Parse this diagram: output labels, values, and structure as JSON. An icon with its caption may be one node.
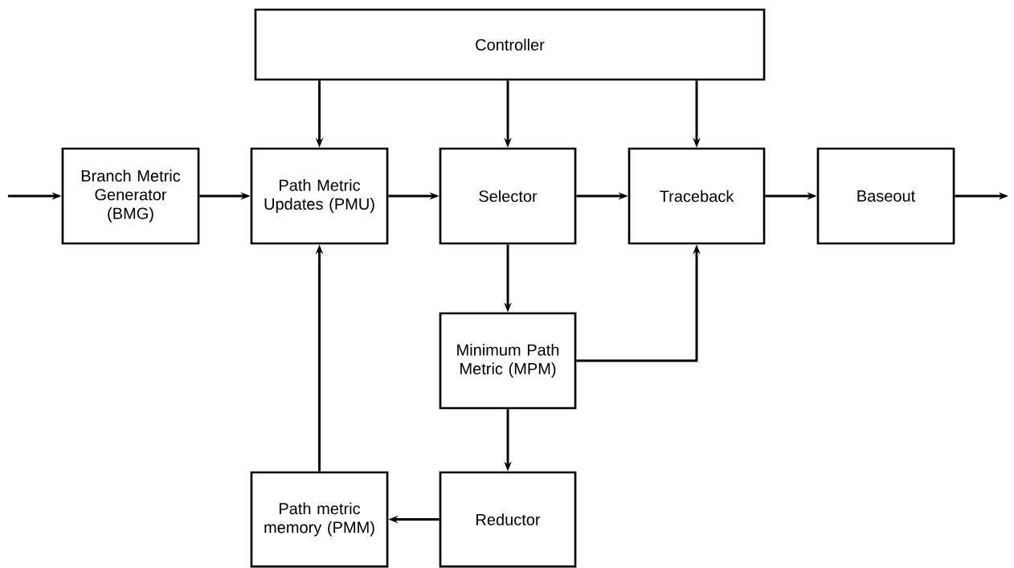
{
  "diagram": {
    "nodes": [
      {
        "text": [
          "Controller"
        ]
      },
      {
        "text": [
          "Branch Metric Generator (BMG)"
        ]
      },
      {
        "text": [
          "Path Metric Updates (PMU)"
        ]
      },
      {
        "text": [
          "Selector"
        ]
      },
      {
        "text": [
          "Traceback"
        ]
      },
      {
        "text": [
          "Baseout"
        ]
      },
      {
        "text": [
          "Minimum Path Metric (MPM)"
        ]
      },
      {
        "text": [
          "Path metric memory (PMM)"
        ]
      },
      {
        "text": [
          "Reductor"
        ]
      }
    ],
    "edges": [
      {
        "from": null,
        "to": 1,
        "arrow": "to"
      },
      {
        "from": 1,
        "to": 2,
        "arrow": "to"
      },
      {
        "from": 2,
        "to": 3,
        "arrow": "to"
      },
      {
        "from": 3,
        "to": 4,
        "arrow": "to"
      },
      {
        "from": 4,
        "to": 5,
        "arrow": "to"
      },
      {
        "from": 5,
        "to": null,
        "arrow": "to"
      },
      {
        "from": 0,
        "to": 2,
        "arrow": "to"
      },
      {
        "from": 0,
        "to": 3,
        "arrow": "to"
      },
      {
        "from": 0,
        "to": 4,
        "arrow": "to"
      },
      {
        "from": 3,
        "to": 6,
        "arrow": "to"
      },
      {
        "from": 6,
        "to": 4,
        "arrow": "to"
      },
      {
        "from": 6,
        "to": 8,
        "arrow": "to"
      },
      {
        "from": 8,
        "to": 7,
        "arrow": "to"
      },
      {
        "from": 7,
        "to": 2,
        "arrow": "to"
      }
    ]
  }
}
